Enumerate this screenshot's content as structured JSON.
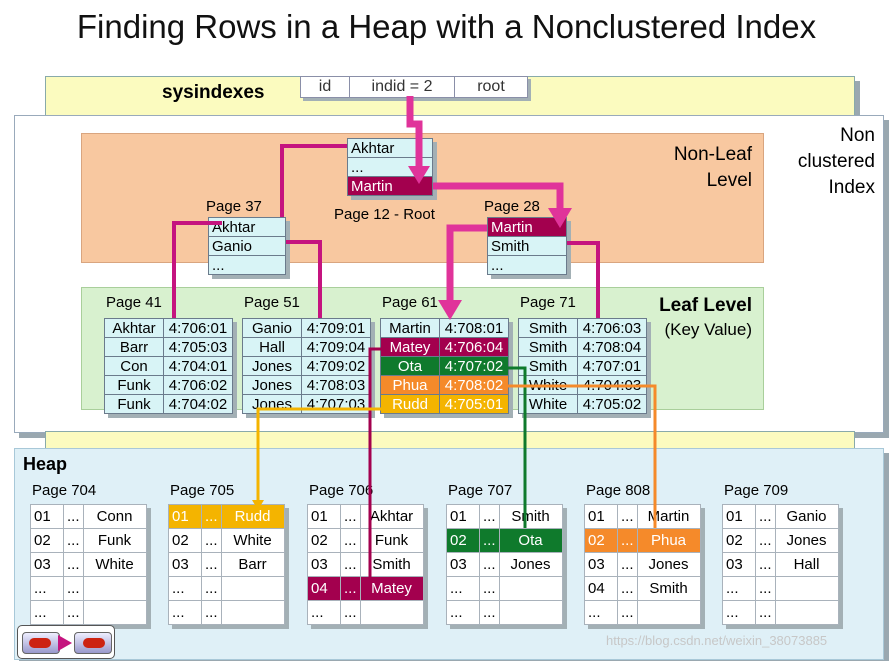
{
  "title": "Finding Rows in a Heap with a Nonclustered Index",
  "sysindexes": {
    "label": "sysindexes",
    "cols": [
      "id",
      "indid = 2",
      "root"
    ]
  },
  "nonclustered": {
    "line1": "Non",
    "line2": "clustered",
    "line3": "Index"
  },
  "nonleaf_level": {
    "line1": "Non-Leaf",
    "line2": "Level"
  },
  "leaf_level": {
    "line1": "Leaf Level",
    "line2": "(Key Value)"
  },
  "root_page": {
    "label": "Page 12 - Root",
    "rows": [
      "Akhtar",
      "...",
      "Martin"
    ]
  },
  "page37": {
    "label": "Page 37",
    "rows": [
      "Akhtar",
      "Ganio",
      "..."
    ]
  },
  "page28": {
    "label": "Page 28",
    "rows": [
      "Martin",
      "Smith",
      "..."
    ]
  },
  "leaf_pages": [
    {
      "label": "Page 41",
      "rows": [
        [
          "Akhtar",
          "4:706:01"
        ],
        [
          "Barr",
          "4:705:03"
        ],
        [
          "Con",
          "4:704:01"
        ],
        [
          "Funk",
          "4:706:02"
        ],
        [
          "Funk",
          "4:704:02"
        ]
      ]
    },
    {
      "label": "Page 51",
      "rows": [
        [
          "Ganio",
          "4:709:01"
        ],
        [
          "Hall",
          "4:709:04"
        ],
        [
          "Jones",
          "4:709:02"
        ],
        [
          "Jones",
          "4:708:03"
        ],
        [
          "Jones",
          "4:707:03"
        ]
      ]
    },
    {
      "label": "Page 61",
      "rows": [
        [
          "Martin",
          "4:708:01"
        ],
        [
          "Matey",
          "4:706:04"
        ],
        [
          "Ota",
          "4:707:02"
        ],
        [
          "Phua",
          "4:708:02"
        ],
        [
          "Rudd",
          "4:705:01"
        ]
      ]
    },
    {
      "label": "Page 71",
      "rows": [
        [
          "Smith",
          "4:706:03"
        ],
        [
          "Smith",
          "4:708:04"
        ],
        [
          "Smith",
          "4:707:01"
        ],
        [
          "White",
          "4:704:03"
        ],
        [
          "White",
          "4:705:02"
        ]
      ]
    }
  ],
  "heap": {
    "label": "Heap",
    "pages": [
      {
        "label": "Page 704",
        "rows": [
          [
            "01",
            "...",
            "Conn"
          ],
          [
            "02",
            "...",
            "Funk"
          ],
          [
            "03",
            "...",
            "White"
          ],
          [
            "...",
            "...",
            ""
          ],
          [
            "...",
            "...",
            ""
          ]
        ]
      },
      {
        "label": "Page 705",
        "rows": [
          [
            "01",
            "...",
            "Rudd"
          ],
          [
            "02",
            "...",
            "White"
          ],
          [
            "03",
            "...",
            "Barr"
          ],
          [
            "...",
            "...",
            ""
          ],
          [
            "...",
            "...",
            ""
          ]
        ]
      },
      {
        "label": "Page 706",
        "rows": [
          [
            "01",
            "...",
            "Akhtar"
          ],
          [
            "02",
            "...",
            "Funk"
          ],
          [
            "03",
            "...",
            "Smith"
          ],
          [
            "04",
            "...",
            "Matey"
          ],
          [
            "...",
            "...",
            ""
          ]
        ]
      },
      {
        "label": "Page 707",
        "rows": [
          [
            "01",
            "...",
            "Smith"
          ],
          [
            "02",
            "...",
            "Ota"
          ],
          [
            "03",
            "...",
            "Jones"
          ],
          [
            "...",
            "...",
            ""
          ],
          [
            "...",
            "...",
            ""
          ]
        ]
      },
      {
        "label": "Page 808",
        "rows": [
          [
            "01",
            "...",
            "Martin"
          ],
          [
            "02",
            "...",
            "Phua"
          ],
          [
            "03",
            "...",
            "Jones"
          ],
          [
            "04",
            "...",
            "Smith"
          ],
          [
            "...",
            "...",
            ""
          ]
        ]
      },
      {
        "label": "Page 709",
        "rows": [
          [
            "01",
            "...",
            "Ganio"
          ],
          [
            "02",
            "...",
            "Jones"
          ],
          [
            "03",
            "...",
            "Hall"
          ],
          [
            "...",
            "...",
            ""
          ],
          [
            "...",
            "...",
            ""
          ]
        ]
      }
    ]
  },
  "watermark": "https://blog.csdn.net/weixin_38073885",
  "colors": {
    "pink_line": "#c5147f",
    "maroon": "#a3004e",
    "green": "#0f7a2c",
    "orange": "#f58a2a",
    "gold": "#f4b400"
  }
}
